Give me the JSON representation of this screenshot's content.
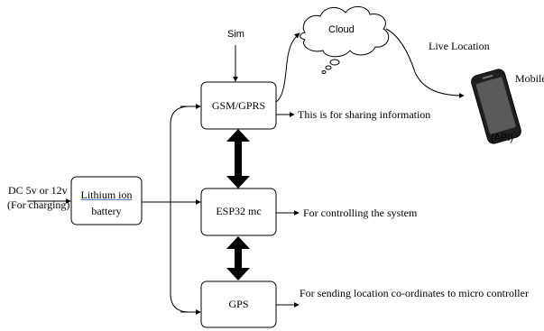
{
  "input": {
    "line1": "DC 5v or 12v",
    "line2": "(For charging)"
  },
  "battery": {
    "line1": "Lithium ion",
    "line2": "battery"
  },
  "gsm": {
    "label": "GSM/GPRS",
    "description": "This is for sharing information"
  },
  "sim": {
    "label": "Sim"
  },
  "cloud": {
    "label": "Cloud"
  },
  "live_location": {
    "label": "Live Location"
  },
  "mobile": {
    "label": "Mobile",
    "api_label": "(API)"
  },
  "esp32": {
    "label": "ESP32 mc",
    "description": "For controlling the system"
  },
  "gps": {
    "label": "GPS",
    "description": "For sending location co-ordinates to micro controller"
  },
  "colors": {
    "stroke": "#000000",
    "phone_body": "#1f1f1f",
    "phone_screen": "#5a5a5a",
    "underline": "#4f7fd6"
  },
  "icons": {
    "mobile": "smartphone-icon",
    "cloud": "cloud-icon"
  }
}
